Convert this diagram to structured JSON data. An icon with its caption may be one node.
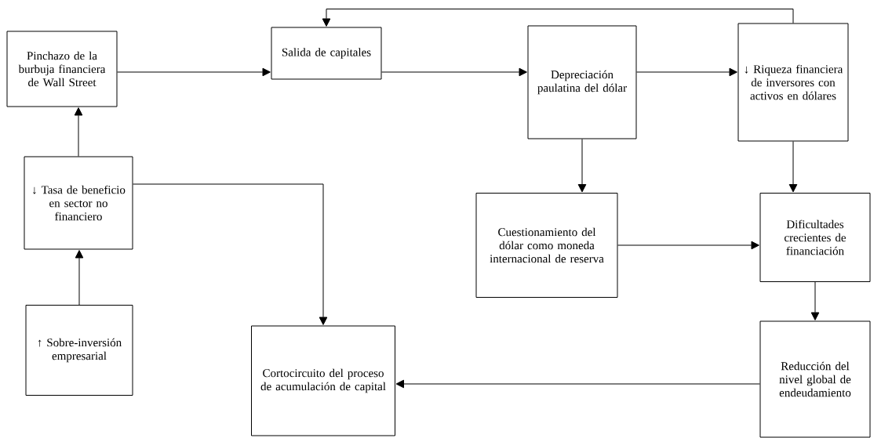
{
  "diagram": {
    "nodes": [
      {
        "text": [
          "Pinchazo de la burbuja financiera de Wall Street"
        ]
      },
      {
        "text": [
          "Salida de capitales"
        ]
      },
      {
        "text": [
          "Depreciación paulatina del dólar"
        ]
      },
      {
        "text": [
          "↓ Riqueza financiera de inversores con activos en dólares"
        ]
      },
      {
        "text": [
          "↓ Tasa de beneficio en sector no financiero"
        ]
      },
      {
        "text": [
          "Cuestionamiento del dólar como moneda internacional de reserva"
        ]
      },
      {
        "text": [
          "Dificultades crecientes de financiación"
        ]
      },
      {
        "text": [
          "↑ Sobre-inversión empresarial"
        ]
      },
      {
        "text": [
          "Cortocircuito del proceso de acumulación de capital"
        ]
      },
      {
        "text": [
          "Reducción del nivel global de endeudamiento"
        ]
      }
    ],
    "edges": [
      {
        "from": 0,
        "to": 1,
        "arrow": "to"
      },
      {
        "from": 1,
        "to": 2,
        "arrow": "to"
      },
      {
        "from": 2,
        "to": 3,
        "arrow": "to"
      },
      {
        "from": 3,
        "to": 1,
        "arrow": "to"
      },
      {
        "from": 2,
        "to": 5,
        "arrow": "to"
      },
      {
        "from": 3,
        "to": 6,
        "arrow": "to"
      },
      {
        "from": 5,
        "to": 6,
        "arrow": "to"
      },
      {
        "from": 4,
        "to": 0,
        "arrow": "to"
      },
      {
        "from": 7,
        "to": 4,
        "arrow": "to"
      },
      {
        "from": 4,
        "to": 8,
        "arrow": "to"
      },
      {
        "from": 6,
        "to": 9,
        "arrow": "to"
      },
      {
        "from": 9,
        "to": 8,
        "arrow": "to"
      }
    ]
  }
}
